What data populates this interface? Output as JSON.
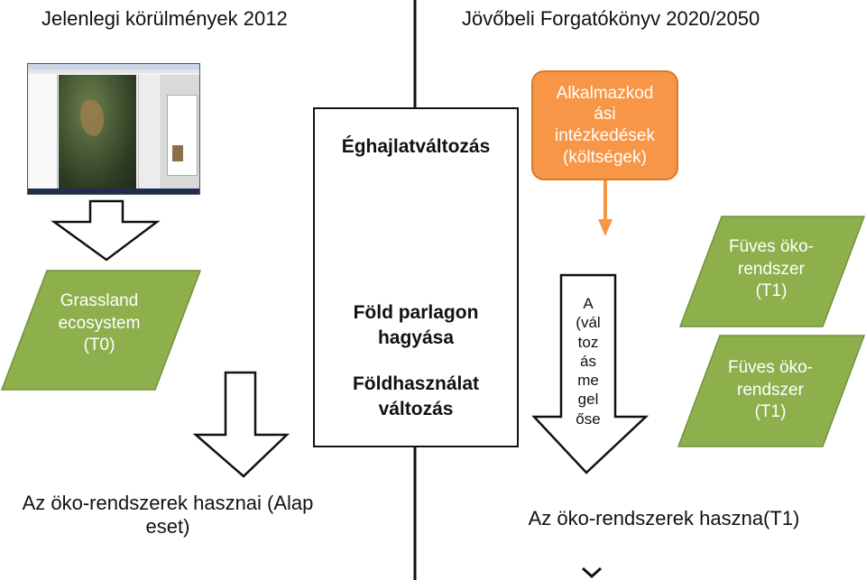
{
  "header": {
    "left_title": "Jelenlegi körülmények 2012",
    "right_title": "Jövőbeli Forgatókönyv 2020/2050"
  },
  "center_box": {
    "top_label": "Éghajlatváltozás",
    "line1": "Föld parlagon",
    "line2": "hagyása",
    "line3": "Földhasználat",
    "line4": "változás"
  },
  "adaptation": {
    "line1": "Alkalmazkod",
    "line2": "ási",
    "line3": "intézkedések",
    "line4": "(költségek)"
  },
  "left_parallelogram": {
    "line1": "Grassland",
    "line2": "ecosystem",
    "line3": "(T0)"
  },
  "right_parallelogram_top": {
    "line1": "Füves öko-",
    "line2": "rendszer",
    "line3": "(T1)"
  },
  "right_parallelogram_bottom": {
    "line1": "Füves öko-",
    "line2": "rendszer",
    "line3": "(T1)"
  },
  "down_arrow_text": [
    "A",
    "(vál",
    "toz",
    "ás",
    "me",
    "gel",
    "őse"
  ],
  "bottom": {
    "left_line1": "Az öko-rendszerek hasznai (Alap",
    "left_line2": "eset)",
    "right": "Az öko-rendszerek haszna(T1)"
  },
  "colors": {
    "green": "#8db04d",
    "green_border": "#71923a",
    "orange": "#f79646"
  },
  "icons": {
    "screenshot_thumbnail": "map-software-screenshot",
    "chevron": "chevron-down-icon"
  }
}
